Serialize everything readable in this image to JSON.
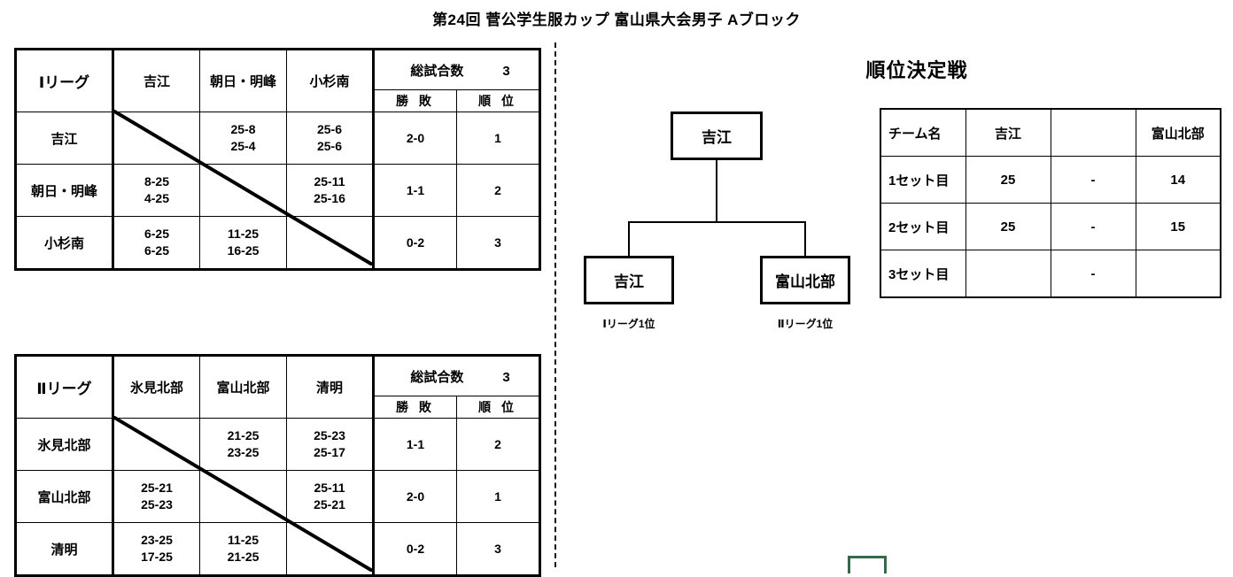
{
  "title": "第24回 菅公学生服カップ 富山県大会男子 Aブロック",
  "divider": {
    "style": "dashed-vertical"
  },
  "leagues": [
    {
      "name": "Ⅰリーグ",
      "total_label": "総試合数",
      "total_value": "3",
      "wl_header": "勝 敗",
      "rank_header": "順 位",
      "teams": [
        "吉江",
        "朝日・明峰",
        "小杉南"
      ],
      "rows": [
        {
          "team": "吉江",
          "cells": [
            {
              "diagonal": true,
              "lines": []
            },
            {
              "diagonal": false,
              "lines": [
                "25-8",
                "25-4"
              ]
            },
            {
              "diagonal": false,
              "lines": [
                "25-6",
                "25-6"
              ]
            }
          ],
          "wl": "2-0",
          "rank": "1"
        },
        {
          "team": "朝日・明峰",
          "cells": [
            {
              "diagonal": false,
              "lines": [
                "8-25",
                "4-25"
              ]
            },
            {
              "diagonal": true,
              "lines": []
            },
            {
              "diagonal": false,
              "lines": [
                "25-11",
                "25-16"
              ]
            }
          ],
          "wl": "1-1",
          "rank": "2"
        },
        {
          "team": "小杉南",
          "cells": [
            {
              "diagonal": false,
              "lines": [
                "6-25",
                "6-25"
              ]
            },
            {
              "diagonal": false,
              "lines": [
                "11-25",
                "16-25"
              ]
            },
            {
              "diagonal": true,
              "lines": []
            }
          ],
          "wl": "0-2",
          "rank": "3"
        }
      ]
    },
    {
      "name": "Ⅱリーグ",
      "total_label": "総試合数",
      "total_value": "3",
      "wl_header": "勝 敗",
      "rank_header": "順 位",
      "teams": [
        "氷見北部",
        "富山北部",
        "清明"
      ],
      "rows": [
        {
          "team": "氷見北部",
          "cells": [
            {
              "diagonal": true,
              "lines": []
            },
            {
              "diagonal": false,
              "lines": [
                "21-25",
                "23-25"
              ]
            },
            {
              "diagonal": false,
              "lines": [
                "25-23",
                "25-17"
              ]
            }
          ],
          "wl": "1-1",
          "rank": "2"
        },
        {
          "team": "富山北部",
          "cells": [
            {
              "diagonal": false,
              "lines": [
                "25-21",
                "25-23"
              ]
            },
            {
              "diagonal": true,
              "lines": []
            },
            {
              "diagonal": false,
              "lines": [
                "25-11",
                "25-21"
              ]
            }
          ],
          "wl": "2-0",
          "rank": "1"
        },
        {
          "team": "清明",
          "cells": [
            {
              "diagonal": false,
              "lines": [
                "23-25",
                "17-25"
              ]
            },
            {
              "diagonal": false,
              "lines": [
                "11-25",
                "21-25"
              ]
            },
            {
              "diagonal": true,
              "lines": []
            }
          ],
          "wl": "0-2",
          "rank": "3"
        }
      ]
    }
  ],
  "playoff": {
    "heading": "順位決定戦",
    "bracket": {
      "champion": "吉江",
      "left": {
        "team": "吉江",
        "caption": "Ⅰリーグ1位"
      },
      "right": {
        "team": "富山北部",
        "caption": "Ⅱリーグ1位"
      }
    },
    "score_table": {
      "headers": [
        "チーム名",
        "吉江",
        "",
        "富山北部"
      ],
      "rows": [
        {
          "label": "1セット目",
          "home": "25",
          "sep": "-",
          "away": "14"
        },
        {
          "label": "2セット目",
          "home": "25",
          "sep": "-",
          "away": "15"
        },
        {
          "label": "3セット目",
          "home": "",
          "sep": "-",
          "away": ""
        }
      ]
    }
  },
  "decor": {
    "green_stub_color": "#35694a"
  }
}
